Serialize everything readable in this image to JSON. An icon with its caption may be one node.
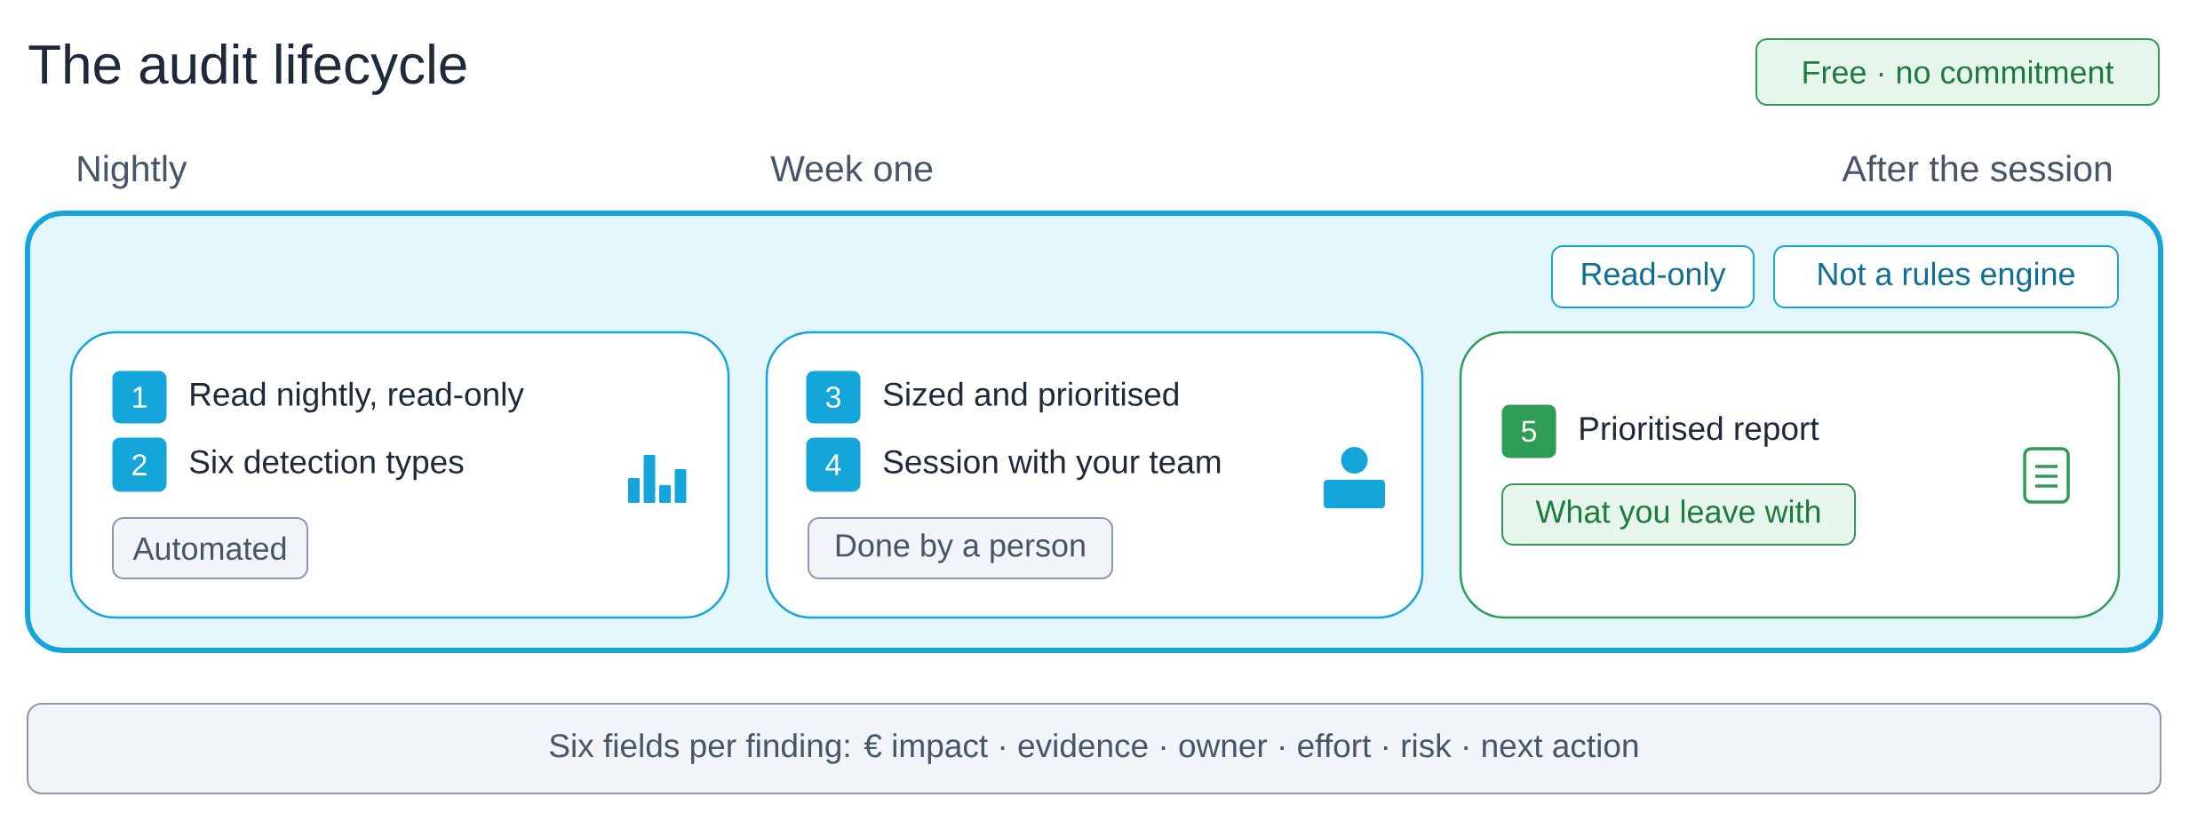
{
  "diagram": {
    "title": "The audit lifecycle",
    "nodes": [
      {
        "text": [
          "Free · no commitment"
        ]
      },
      {
        "text": [],
        "shape": "box"
      },
      {
        "text": [
          "Read-only"
        ],
        "in": 1
      },
      {
        "text": [
          "Not a rules engine"
        ],
        "in": 1
      },
      {
        "text": [],
        "shape": "box",
        "in": 1
      },
      {
        "text": [
          "1"
        ],
        "in": 4,
        "beside": [
          "Read nightly, read-only"
        ]
      },
      {
        "text": [
          "2"
        ],
        "in": 4,
        "beside": [
          "Six detection types"
        ]
      },
      {
        "text": [
          "Automated"
        ],
        "in": 4
      },
      {
        "text": [],
        "shape": "box",
        "in": 1
      },
      {
        "text": [
          "3"
        ],
        "in": 8,
        "beside": [
          "Sized and prioritised"
        ]
      },
      {
        "text": [
          "4"
        ],
        "in": 8,
        "beside": [
          "Session with your team"
        ]
      },
      {
        "text": [
          "Done by a person"
        ],
        "in": 8
      },
      {
        "text": [],
        "shape": "box",
        "in": 1
      },
      {
        "text": [
          "5"
        ],
        "in": 12,
        "beside": [
          "Prioritised report"
        ]
      },
      {
        "text": [
          "What you leave with"
        ],
        "in": 12
      },
      {
        "text": [
          "Six fields per finding: € impact · evidence · owner · effort · risk · next action"
        ]
      }
    ],
    "labels": [
      "Nightly",
      "Week one",
      "After the session"
    ]
  }
}
